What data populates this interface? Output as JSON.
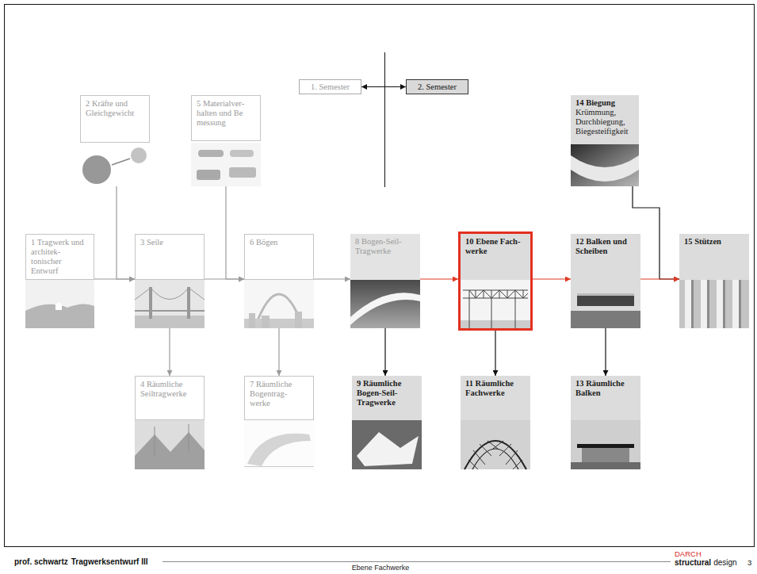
{
  "diagram": {
    "nodes": [
      {
        "text": [
          "2 Kräfte und Gleichgewicht"
        ]
      },
      {
        "text": [
          "5 Materialver- halten und Be messung"
        ]
      },
      {
        "text": [
          "1. Semester"
        ]
      },
      {
        "text": [
          "2. Semester"
        ]
      },
      {
        "text": [
          "14 Biegung",
          "Krümmung, Durchbiegung, Biegesteifigkeit"
        ]
      },
      {
        "text": [
          "1 Tragwerk und architek- tonischer Entwurf"
        ]
      },
      {
        "text": [
          "3 Seile"
        ]
      },
      {
        "text": [
          "6 Bögen"
        ]
      },
      {
        "text": [
          "8 Bogen-Seil- Tragwerke"
        ]
      },
      {
        "text": [
          "10 Ebene Fach- werke"
        ]
      },
      {
        "text": [
          "12 Balken und Scheiben"
        ]
      },
      {
        "text": [
          "15 Stützen"
        ]
      },
      {
        "text": [
          "4 Räumliche Seiltragwerke"
        ]
      },
      {
        "text": [
          "7 Räumliche Bogentrag- werke"
        ]
      },
      {
        "text": [
          "9 Räumliche Bogen-Seil- Tragwerke"
        ]
      },
      {
        "text": [
          "11 Räumliche Fachwerke"
        ]
      },
      {
        "text": [
          "13 Räumliche Balken"
        ]
      }
    ],
    "edges": [
      {
        "from": 2,
        "to": 3,
        "arrow": "both"
      },
      {
        "from": 0,
        "to": 6,
        "arrow": "to"
      },
      {
        "from": 1,
        "to": 7,
        "arrow": "to"
      },
      {
        "from": 4,
        "to": 11,
        "arrow": "to"
      },
      {
        "from": 5,
        "to": 6,
        "arrow": "to"
      },
      {
        "from": 6,
        "to": 7,
        "arrow": "to"
      },
      {
        "from": 7,
        "to": 8,
        "arrow": "to"
      },
      {
        "from": 8,
        "to": 9,
        "arrow": "to"
      },
      {
        "from": 9,
        "to": 10,
        "arrow": "to"
      },
      {
        "from": 10,
        "to": 11,
        "arrow": "to"
      },
      {
        "from": 6,
        "to": 12,
        "arrow": "to"
      },
      {
        "from": 7,
        "to": 13,
        "arrow": "to"
      },
      {
        "from": 8,
        "to": 14,
        "arrow": "to"
      },
      {
        "from": 9,
        "to": 15,
        "arrow": "to"
      },
      {
        "from": 10,
        "to": 16,
        "arrow": "to"
      }
    ],
    "labels": [
      "prof. schwartz",
      "Tragwerksentwurf III",
      "Ebene Fachwerke",
      "DARCH",
      "structural",
      "design",
      "3"
    ]
  }
}
